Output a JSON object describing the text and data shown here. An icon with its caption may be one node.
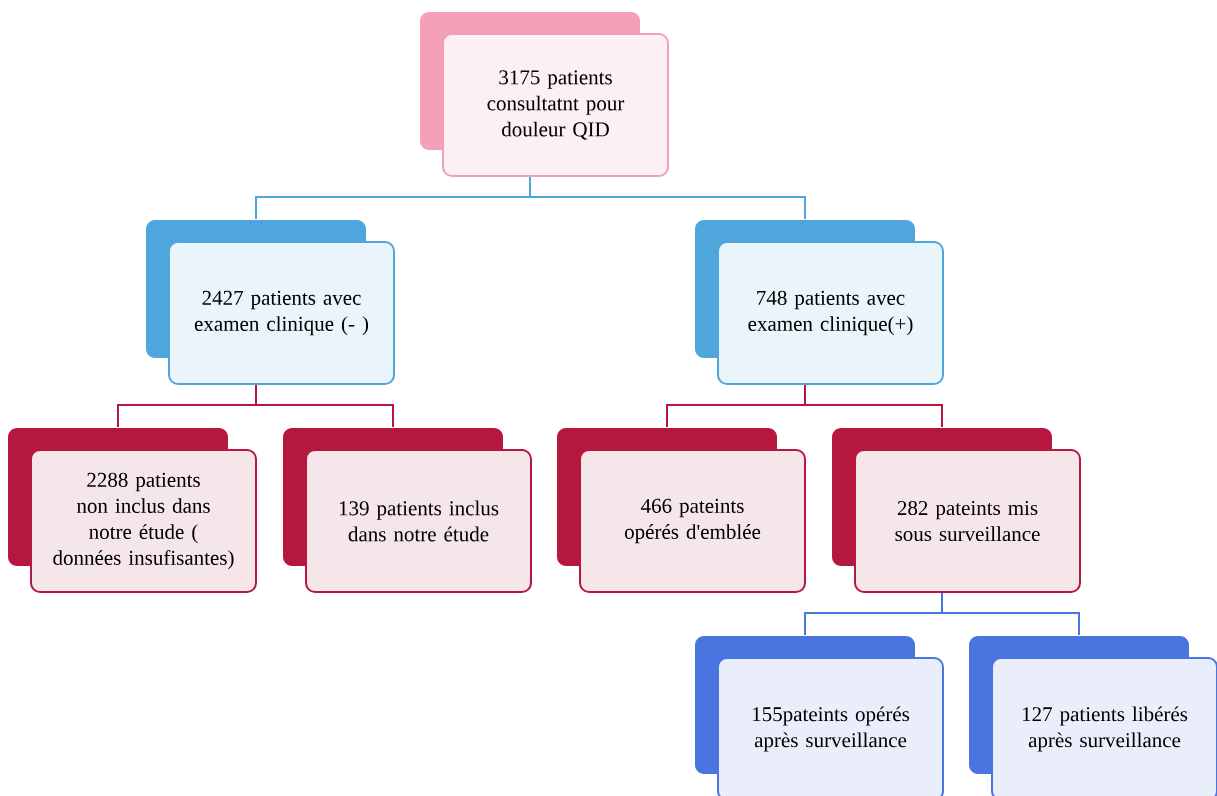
{
  "diagram": {
    "nodes": [
      {
        "text": [
          "3175 patients consultatnt pour douleur QID"
        ]
      },
      {
        "text": [
          "2427 patients avec examen clinique (- )"
        ]
      },
      {
        "text": [
          "748 patients avec examen clinique(+)"
        ]
      },
      {
        "text": [
          "2288 patients non inclus dans notre étude ( données insufisantes)"
        ]
      },
      {
        "text": [
          "139 patients inclus dans notre étude"
        ]
      },
      {
        "text": [
          "466 pateints opérés d'emblée"
        ]
      },
      {
        "text": [
          "282 pateints mis sous surveillance"
        ]
      },
      {
        "text": [
          "155pateints opérés après surveillance"
        ]
      },
      {
        "text": [
          "127 patients libérés après surveillance"
        ]
      }
    ],
    "edges": [
      {
        "from": 0,
        "to": 1,
        "arrow": "none",
        "color": "#4ea6dc"
      },
      {
        "from": 0,
        "to": 2,
        "arrow": "none",
        "color": "#4ea6dc"
      },
      {
        "from": 1,
        "to": 3,
        "arrow": "none",
        "color": "#b5173f"
      },
      {
        "from": 1,
        "to": 4,
        "arrow": "none",
        "color": "#b5173f"
      },
      {
        "from": 2,
        "to": 5,
        "arrow": "none",
        "color": "#b5173f"
      },
      {
        "from": 2,
        "to": 6,
        "arrow": "none",
        "color": "#b5173f"
      },
      {
        "from": 6,
        "to": 7,
        "arrow": "none",
        "color": "#4a74e0"
      },
      {
        "from": 6,
        "to": 8,
        "arrow": "none",
        "color": "#4a74e0"
      }
    ]
  }
}
